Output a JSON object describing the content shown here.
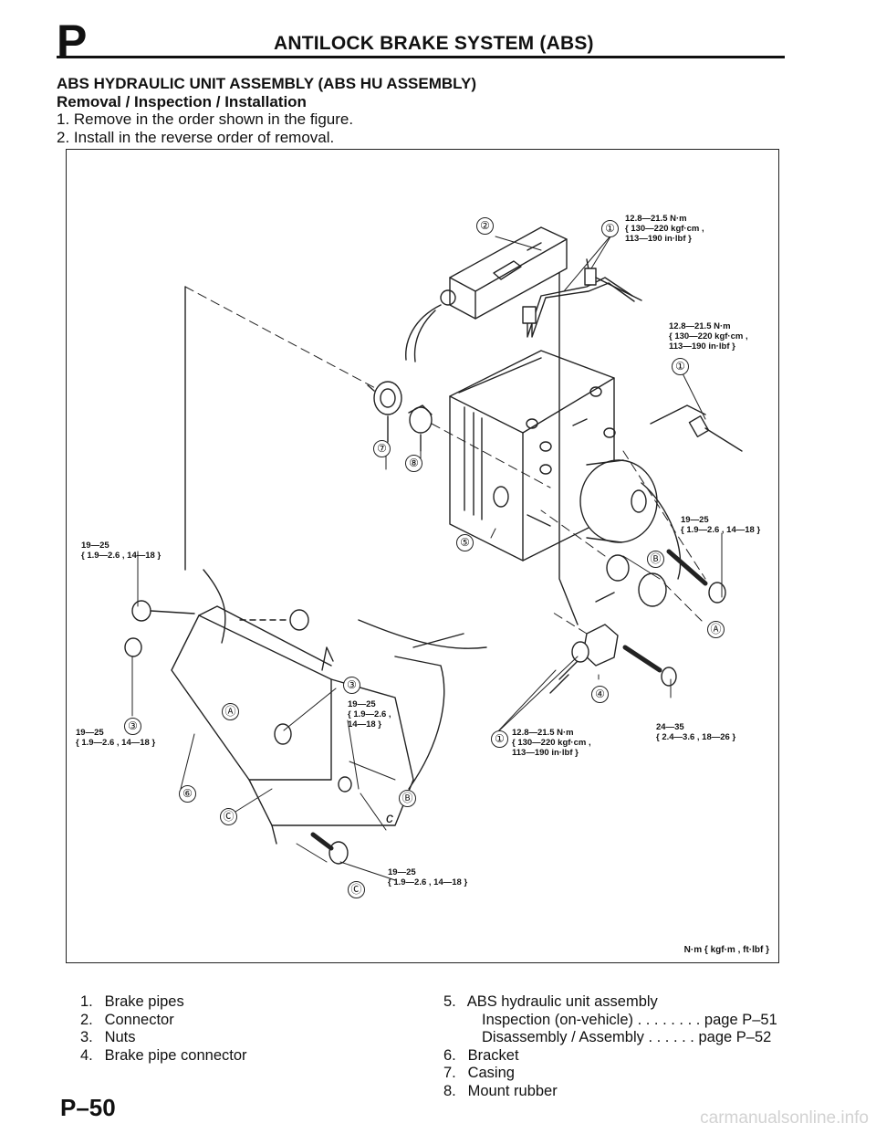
{
  "header": {
    "section_letter": "P",
    "title": "ANTILOCK BRAKE SYSTEM (ABS)"
  },
  "section": {
    "title": "ABS HYDRAULIC UNIT ASSEMBLY (ABS HU ASSEMBLY)",
    "subtitle": "Removal / Inspection / Installation",
    "steps": [
      "1.  Remove in the order shown in the figure.",
      "2.  Install in the reverse order of removal."
    ]
  },
  "figure": {
    "units_label": "N·m { kgf·m , ft·lbf }",
    "annotations": {
      "torque_a_1": "12.8—21.5 N·m",
      "torque_a_2": "{ 130—220 kgf·cm ,",
      "torque_a_3": "113—190 in·lbf }",
      "torque_b_1": "12.8—21.5 N·m",
      "torque_b_2": "{ 130—220 kgf·cm ,",
      "torque_b_3": "113—190 in·lbf }",
      "torque_c_1": "19—25",
      "torque_c_2": "{ 1.9—2.6 , 14—18 }",
      "torque_d_1": "19—25",
      "torque_d_2": "{ 1.9—2.6 , 14—18 }",
      "torque_e_1": "19—25",
      "torque_e_2": "{ 1.9—2.6 ,",
      "torque_e_3": "14—18 }",
      "torque_f_1": "19—25",
      "torque_f_2": "{ 1.9—2.6 , 14—18 }",
      "torque_g_1": "12.8—21.5 N·m",
      "torque_g_2": "{ 130—220 kgf·cm ,",
      "torque_g_3": "113—190 in·lbf }",
      "torque_h_1": "24—35",
      "torque_h_2": "{ 2.4—3.6 , 18—26 }",
      "torque_i_1": "19—25",
      "torque_i_2": "{ 1.9—2.6 , 14—18 }"
    },
    "callouts": {
      "c1a": "①",
      "c2": "②",
      "c1b": "①",
      "c7": "⑦",
      "c8": "⑧",
      "c5": "⑤",
      "cB1": "Ⓑ",
      "cA1": "Ⓐ",
      "c4": "④",
      "c1c": "①",
      "c3a": "③",
      "c3b": "③",
      "cA2": "Ⓐ",
      "c6": "⑥",
      "cC1": "Ⓒ",
      "cB2": "Ⓑ",
      "cC2": "Ⓒ",
      "cc": "c"
    }
  },
  "legend": {
    "left": [
      {
        "num": "1.",
        "text": "Brake pipes"
      },
      {
        "num": "2.",
        "text": "Connector"
      },
      {
        "num": "3.",
        "text": "Nuts"
      },
      {
        "num": "4.",
        "text": "Brake pipe connector"
      }
    ],
    "right_5": {
      "num": "5.",
      "text": "ABS hydraulic unit assembly"
    },
    "right_5_sub": [
      "Inspection (on-vehicle) . . . . . . . . page P–51",
      "Disassembly / Assembly  . . . . . . page P–52"
    ],
    "right_rest": [
      {
        "num": "6.",
        "text": "Bracket"
      },
      {
        "num": "7.",
        "text": "Casing"
      },
      {
        "num": "8.",
        "text": "Mount rubber"
      }
    ]
  },
  "footer": {
    "page_number": "P–50",
    "watermark": "carmanualsonline.info"
  }
}
